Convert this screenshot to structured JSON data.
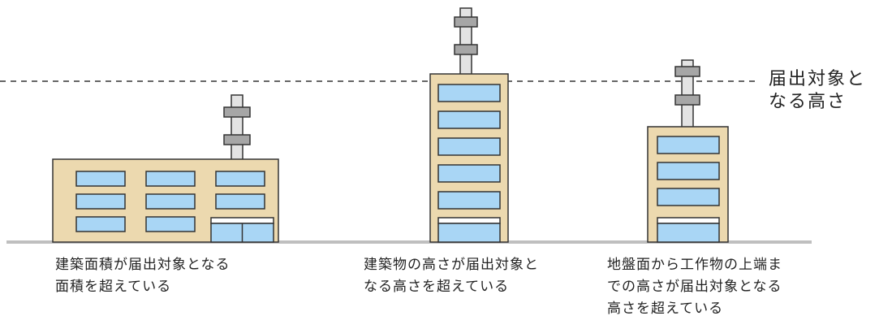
{
  "threshold_label": "届出対象と\nなる高さ",
  "captions": {
    "wide_building": "建築面積が届出対象となる\n面積を超えている",
    "tall_building": "建築物の高さが届出対象と\nなる高さを超えている",
    "structure_on_building": "地盤面から工作物の上端ま\nでの高さが届出対象となる\n高さを超えている"
  },
  "colors": {
    "facade": "#ecd9af",
    "window": "#a9d6f5",
    "outline": "#333333",
    "pole": "#e3e3e3",
    "pole_band": "#a6a6a6",
    "ground": "#bfbfbf"
  }
}
